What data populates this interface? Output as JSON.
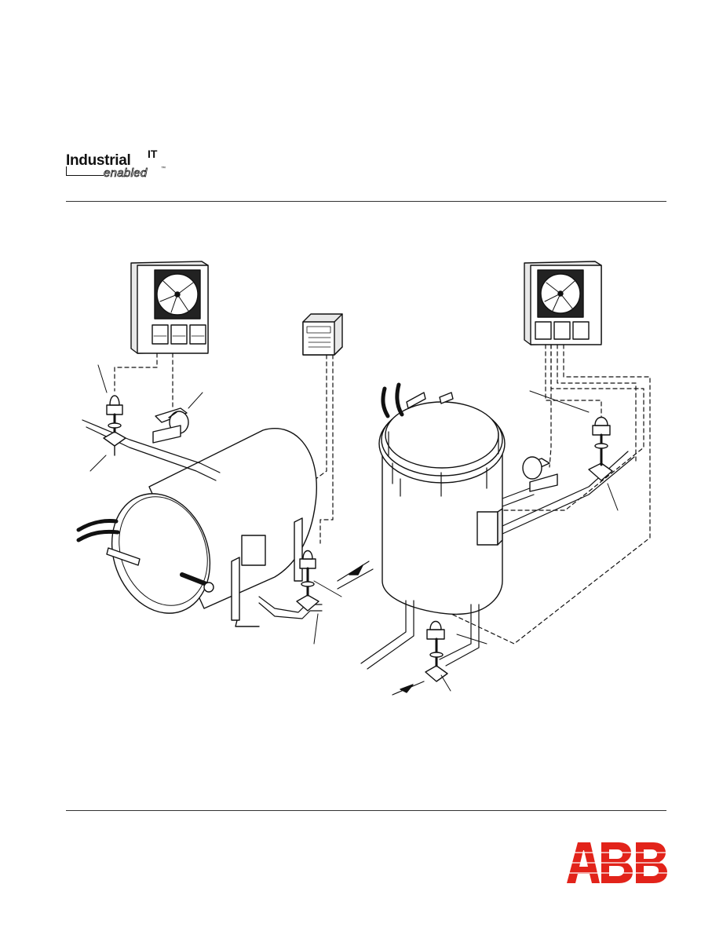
{
  "logo": {
    "word": "Industrial",
    "superscript": "IT",
    "subword": "enabled",
    "trademark": "™"
  },
  "brand": {
    "name": "ABB",
    "color": "#e2231a"
  },
  "diagram": {
    "subject": "process-vessels-with-recorders-controllers-valves"
  }
}
